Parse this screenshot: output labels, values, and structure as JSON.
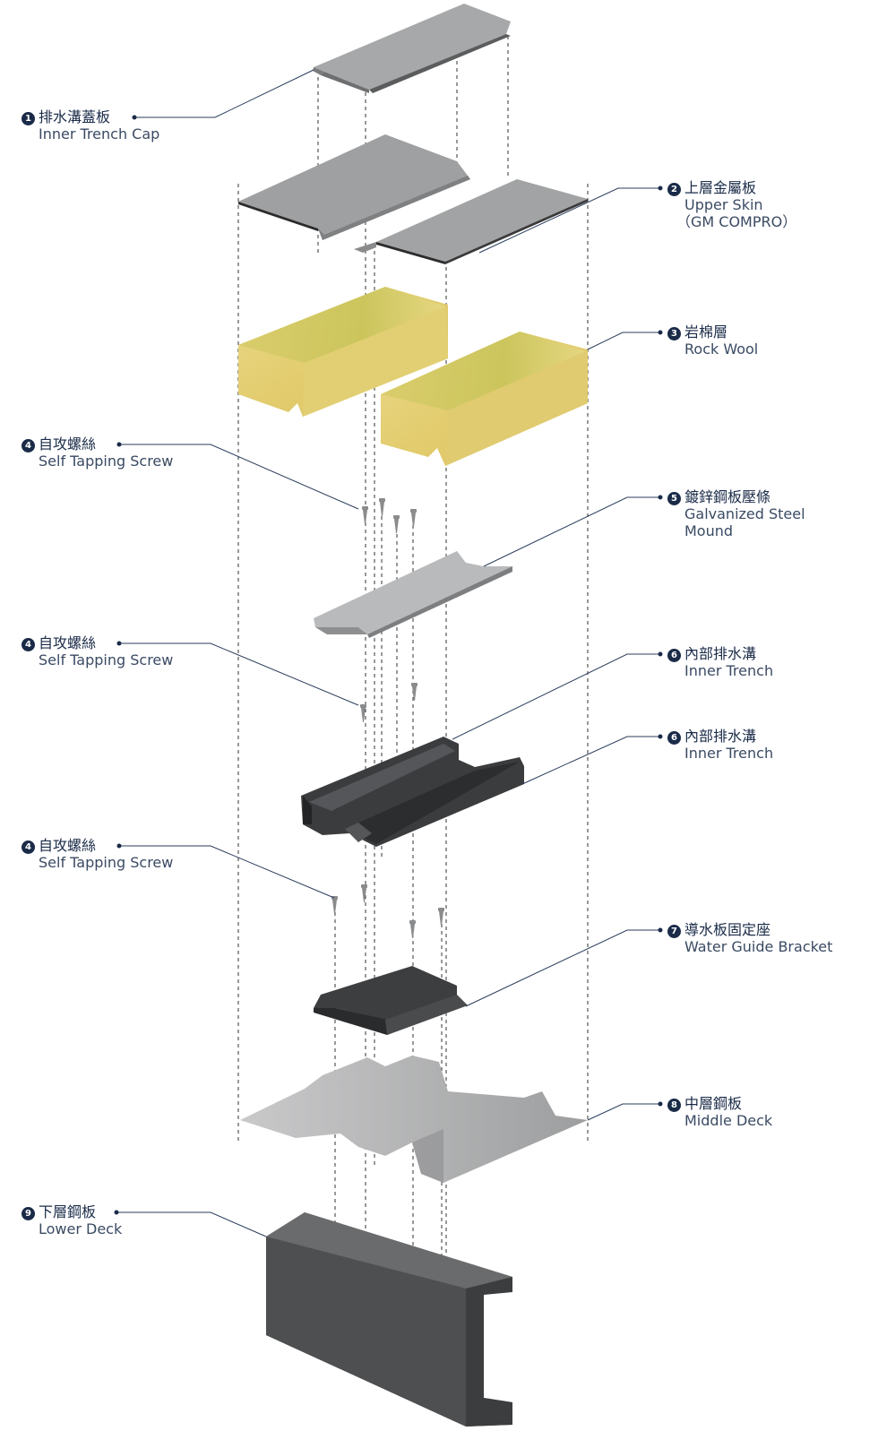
{
  "labels": [
    {
      "num": "1",
      "zh": "排水溝蓋板",
      "en": [
        "Inner Trench Cap"
      ]
    },
    {
      "num": "2",
      "zh": "上層金屬板",
      "en": [
        "Upper Skin",
        "（GM COMPRO）"
      ]
    },
    {
      "num": "3",
      "zh": "岩棉層",
      "en": [
        "Rock Wool"
      ]
    },
    {
      "num": "4",
      "zh": "自攻螺絲",
      "en": [
        "Self Tapping Screw"
      ]
    },
    {
      "num": "5",
      "zh": "鍍鋅鋼板壓條",
      "en": [
        "Galvanized Steel",
        "Mound"
      ]
    },
    {
      "num": "4",
      "zh": "自攻螺絲",
      "en": [
        "Self Tapping Screw"
      ]
    },
    {
      "num": "6",
      "zh": "內部排水溝",
      "en": [
        "Inner Trench"
      ]
    },
    {
      "num": "6",
      "zh": "內部排水溝",
      "en": [
        "Inner Trench"
      ]
    },
    {
      "num": "4",
      "zh": "自攻螺絲",
      "en": [
        "Self Tapping Screw"
      ]
    },
    {
      "num": "7",
      "zh": "導水板固定座",
      "en": [
        "Water Guide Bracket"
      ]
    },
    {
      "num": "8",
      "zh": "中層鋼板",
      "en": [
        "Middle Deck"
      ]
    },
    {
      "num": "9",
      "zh": "下層鋼板",
      "en": [
        "Lower Deck"
      ]
    }
  ],
  "colors": {
    "label_dark": "#1a2b48",
    "steel_light": "#a9aaab",
    "steel_dark": "#3a3b3d",
    "rockwool": "#e6d27a"
  }
}
